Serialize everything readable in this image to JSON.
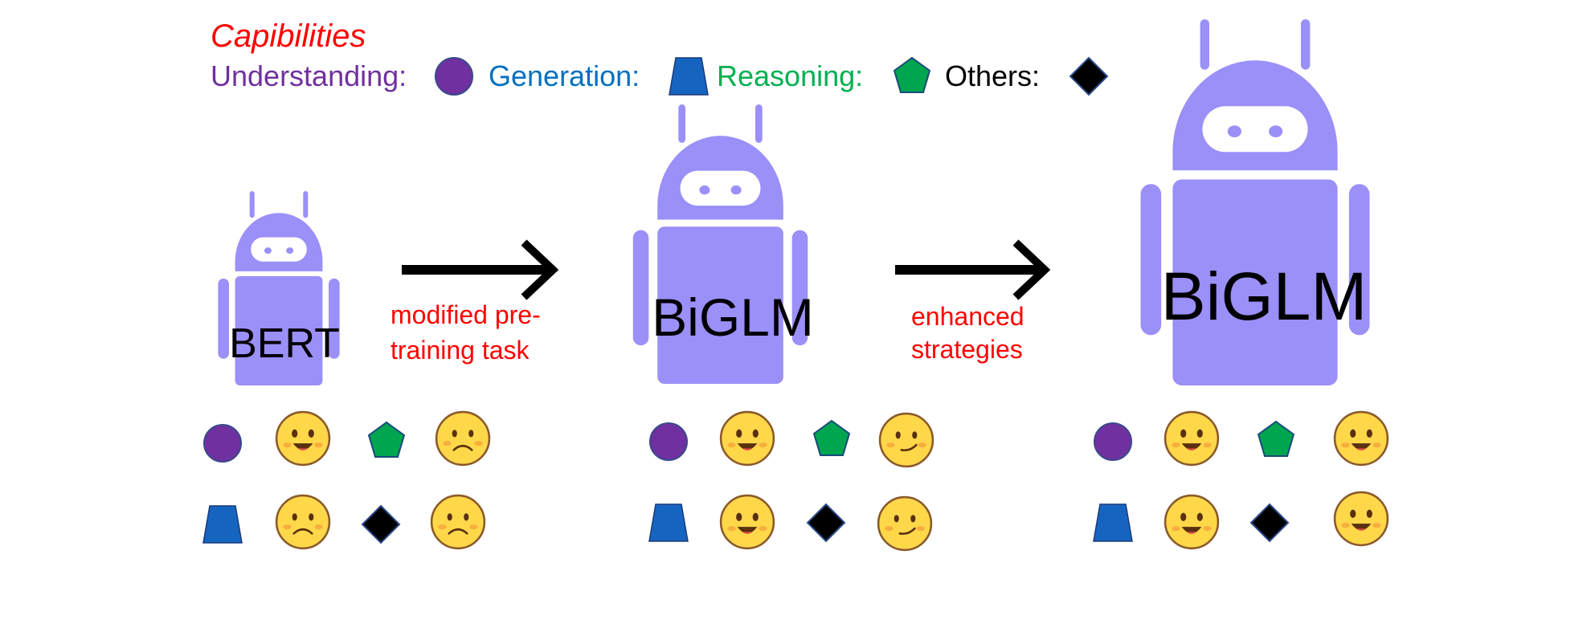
{
  "legend": {
    "title": "Capibilities",
    "items": [
      {
        "label": "Understanding:",
        "shape": "circle",
        "color": "#7030a0",
        "fill": "#7030a0"
      },
      {
        "label": "Generation:",
        "shape": "trapezoid",
        "color": "#0070c0",
        "fill": "#1565c0"
      },
      {
        "label": "Reasoning:",
        "shape": "pentagon",
        "color": "#00b050",
        "fill": "#00a550"
      },
      {
        "label": "Others:",
        "shape": "diamond",
        "color": "#000000",
        "fill": "#000000"
      }
    ]
  },
  "colors": {
    "robot": "#9b8ff8",
    "arrow": "#000000",
    "arrow_label": "#ff0000",
    "legend_title": "#ff0000",
    "face": "#ffd84a",
    "face_outline": "#8a5a2a"
  },
  "models": [
    {
      "label": "BERT",
      "size": "small",
      "capabilities": [
        {
          "capability": "Understanding",
          "face": "happy"
        },
        {
          "capability": "Reasoning",
          "face": "sad"
        },
        {
          "capability": "Generation",
          "face": "sad"
        },
        {
          "capability": "Others",
          "face": "sad"
        }
      ]
    },
    {
      "label": "BiGLM",
      "size": "medium",
      "capabilities": [
        {
          "capability": "Understanding",
          "face": "happy"
        },
        {
          "capability": "Reasoning",
          "face": "neutral"
        },
        {
          "capability": "Generation",
          "face": "happy"
        },
        {
          "capability": "Others",
          "face": "neutral"
        }
      ]
    },
    {
      "label": "BiGLM",
      "size": "large",
      "capabilities": [
        {
          "capability": "Understanding",
          "face": "happy"
        },
        {
          "capability": "Reasoning",
          "face": "happy"
        },
        {
          "capability": "Generation",
          "face": "happy"
        },
        {
          "capability": "Others",
          "face": "happy"
        }
      ]
    }
  ],
  "transitions": [
    {
      "line1": "modified pre-",
      "line2": "training task"
    },
    {
      "line1": "enhanced",
      "line2": "strategies"
    }
  ]
}
